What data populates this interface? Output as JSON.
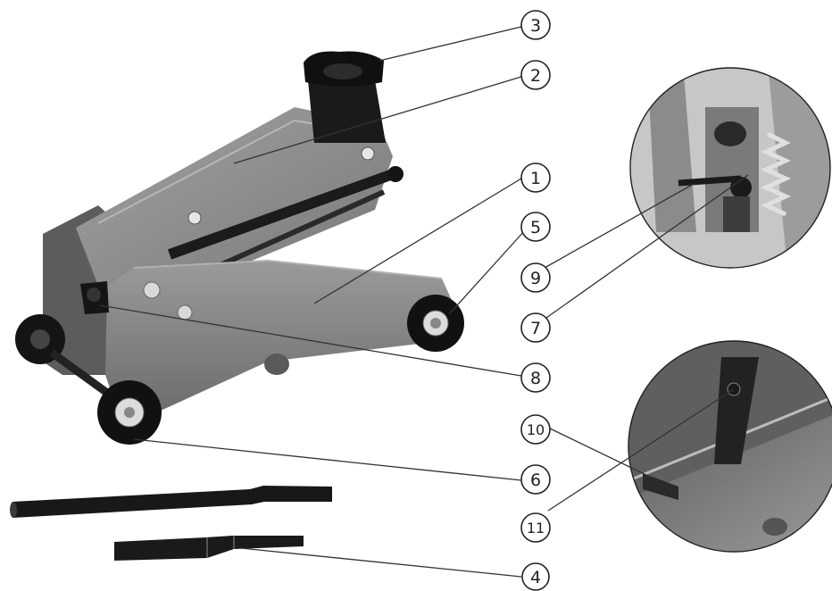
{
  "callouts": [
    {
      "id": "1",
      "label": "1"
    },
    {
      "id": "2",
      "label": "2"
    },
    {
      "id": "3",
      "label": "3"
    },
    {
      "id": "4",
      "label": "4"
    },
    {
      "id": "5",
      "label": "5"
    },
    {
      "id": "6",
      "label": "6"
    },
    {
      "id": "7",
      "label": "7"
    },
    {
      "id": "8",
      "label": "8"
    },
    {
      "id": "9",
      "label": "9"
    },
    {
      "id": "10",
      "label": "10"
    },
    {
      "id": "11",
      "label": "11"
    }
  ],
  "colors": {
    "body_gray": "#8a8a8a",
    "body_dark": "#6b6b6b",
    "black_parts": "#1a1a1a",
    "line": "#333333"
  }
}
